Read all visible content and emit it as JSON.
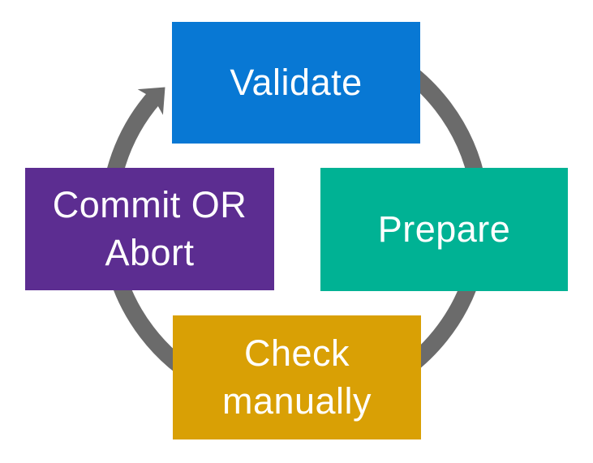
{
  "diagram": {
    "type": "cycle",
    "flow_direction": "clockwise",
    "background_color": "#ffffff",
    "label_color": "#ffffff",
    "arrow": {
      "color": "#6b6b6b",
      "direction": "clockwise"
    },
    "steps": [
      {
        "label": "Validate",
        "color": "#0878d4",
        "position": "top"
      },
      {
        "label": "Prepare",
        "color": "#00b294",
        "position": "right"
      },
      {
        "label": "Check manually",
        "color": "#d9a005",
        "position": "bottom"
      },
      {
        "label": "Commit OR Abort",
        "color": "#5c2d91",
        "position": "left"
      }
    ]
  }
}
